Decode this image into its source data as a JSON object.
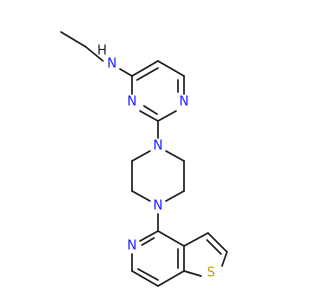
{
  "colors": {
    "bond": "#1f1f1f",
    "nitrogen": "#1a1aff",
    "sulfur": "#b8a000",
    "hydrogen_label": "#1f1f1f"
  },
  "labels": {
    "nh_h": "H",
    "nh_n": "N",
    "pyrimidine_n3": "N",
    "pyrimidine_n1": "N",
    "piperazine_n_top": "N",
    "piperazine_n_bottom": "N",
    "pyridine_n": "N",
    "thiophene_s": "S"
  }
}
